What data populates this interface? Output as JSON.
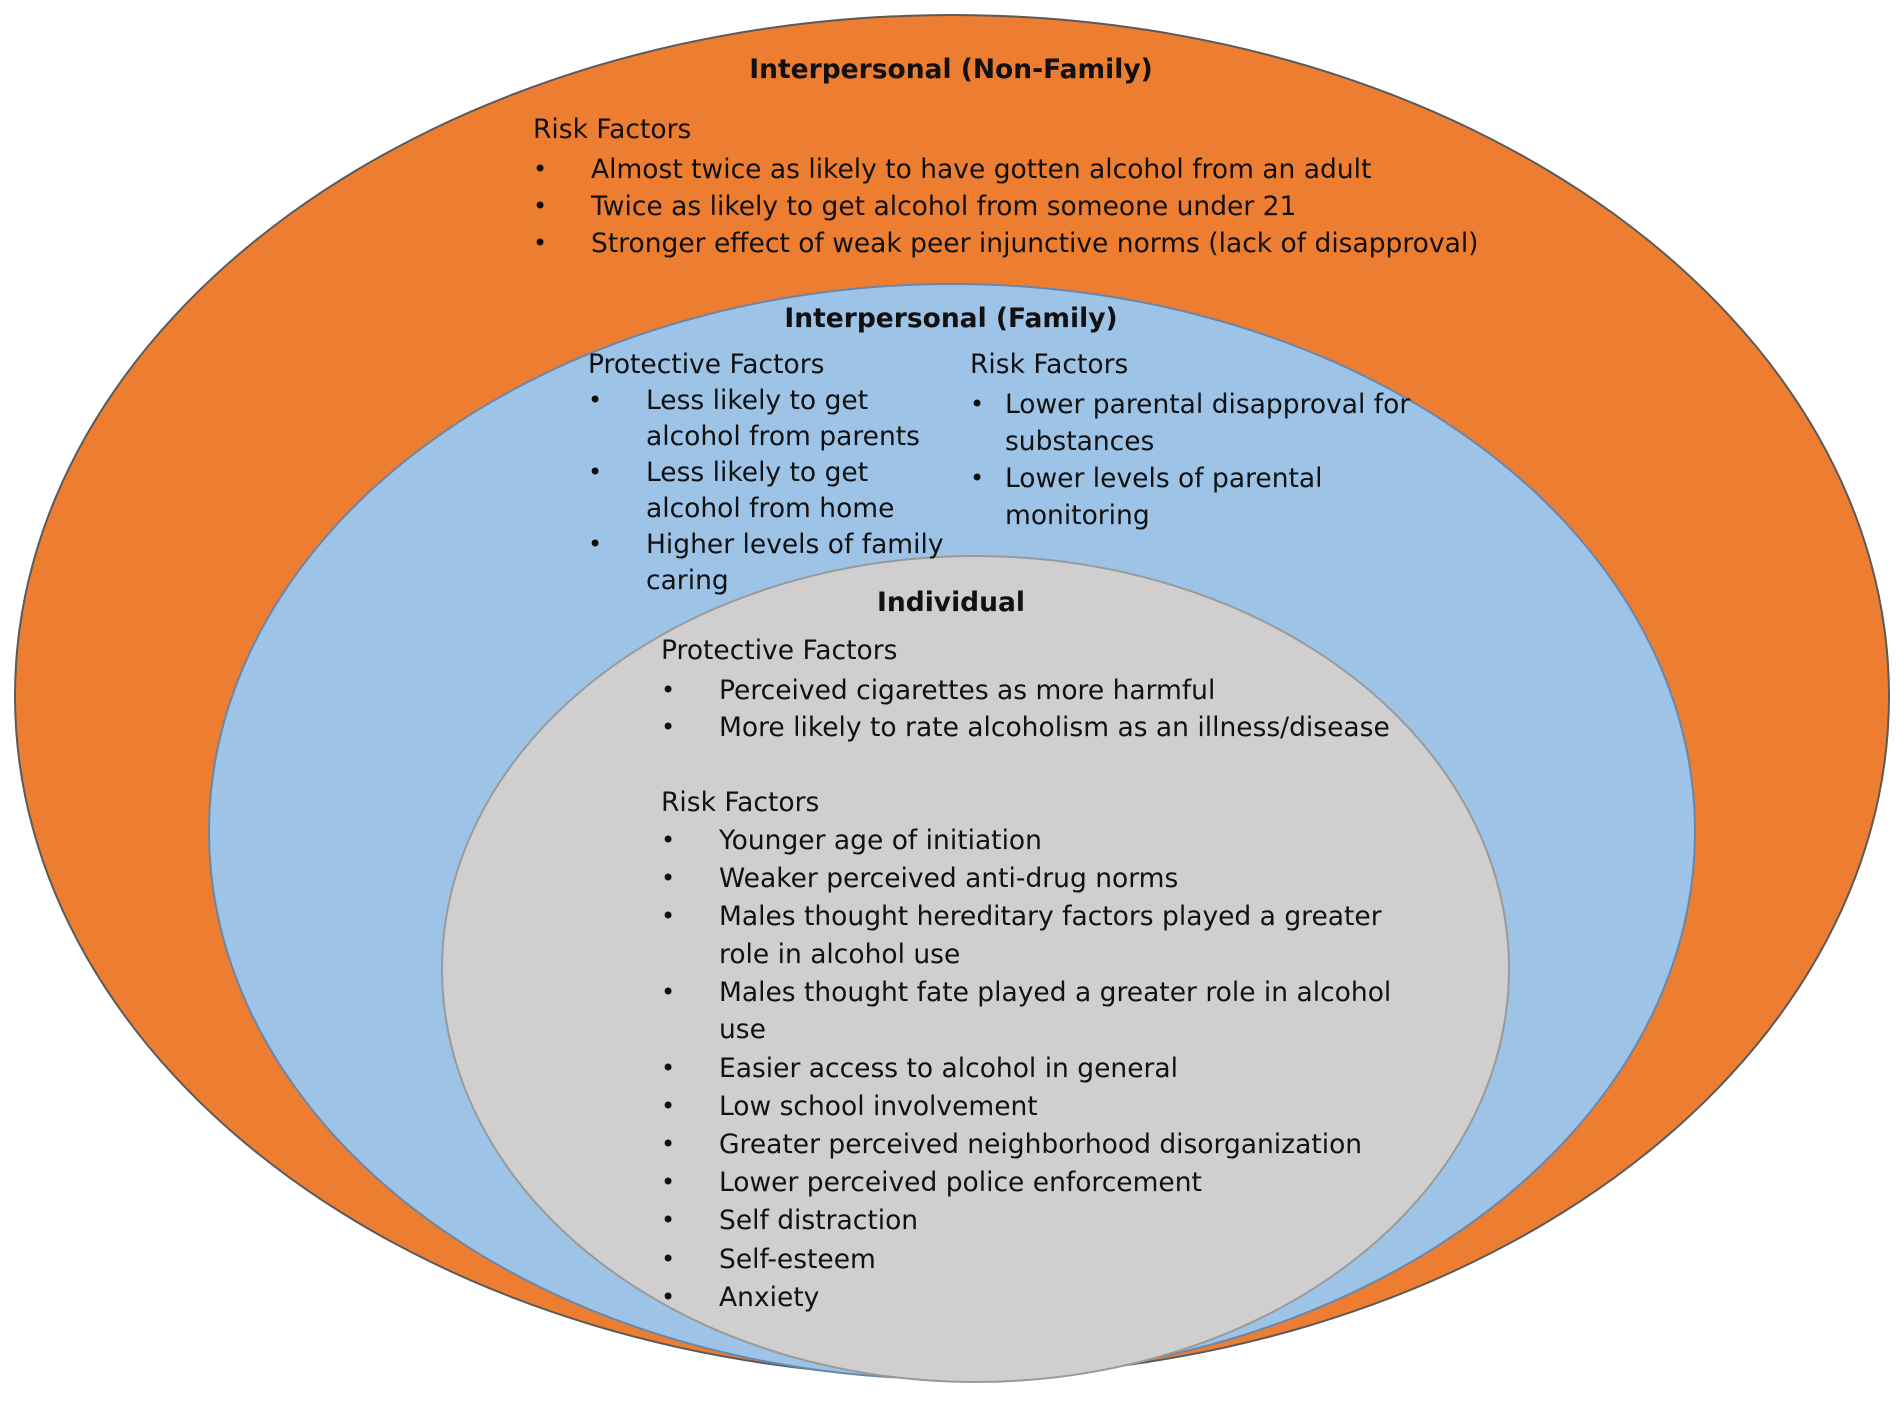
{
  "colors": {
    "outer_fill": "#ED7D31",
    "middle_fill": "#9DC3E6",
    "inner_fill": "#D0CECE",
    "text": "#111111"
  },
  "bullet": "•",
  "interpersonal_non_family": {
    "title": "Interpersonal (Non-Family)",
    "risk_heading": "Risk Factors",
    "risk_items": [
      [
        "Almost twice as likely to have gotten alcohol from an adult"
      ],
      [
        "Twice as likely to get alcohol from someone under 21"
      ],
      [
        "Stronger effect of weak peer injunctive norms (lack of disapproval)"
      ]
    ]
  },
  "interpersonal_family": {
    "title": "Interpersonal (Family)",
    "protective_heading": "Protective Factors",
    "protective_items": [
      [
        "Less likely to get",
        "alcohol from parents"
      ],
      [
        "Less likely to get",
        "alcohol from home"
      ],
      [
        "Higher levels of family",
        "caring"
      ]
    ],
    "risk_heading": "Risk Factors",
    "risk_items": [
      [
        "Lower parental disapproval for",
        "substances"
      ],
      [
        "Lower levels of parental",
        "monitoring"
      ]
    ]
  },
  "individual": {
    "title": "Individual",
    "protective_heading": "Protective Factors",
    "protective_items": [
      [
        "Perceived cigarettes as more harmful"
      ],
      [
        "More likely to rate alcoholism as an illness/disease"
      ]
    ],
    "risk_heading": "Risk Factors",
    "risk_items": [
      [
        "Younger age of initiation"
      ],
      [
        "Weaker perceived anti-drug norms"
      ],
      [
        "Males thought hereditary factors played a greater",
        "role in alcohol use"
      ],
      [
        "Males thought fate played a greater role in alcohol",
        "use"
      ],
      [
        "Easier access to alcohol in general"
      ],
      [
        "Low school involvement"
      ],
      [
        "Greater perceived neighborhood disorganization"
      ],
      [
        "Lower perceived police enforcement"
      ],
      [
        "Self distraction"
      ],
      [
        "Self-esteem"
      ],
      [
        "Anxiety"
      ]
    ]
  }
}
